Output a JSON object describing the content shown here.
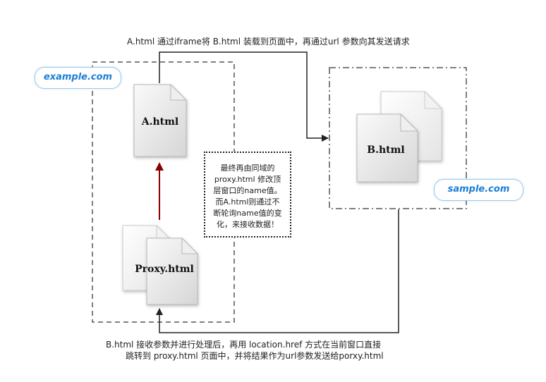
{
  "top_caption": "A.html 通过iframe将 B.html 装载到页面中，再通过url 参数向其发送请求",
  "domains": {
    "left": "example.com",
    "right": "sample.com"
  },
  "documents": {
    "a": "A.html",
    "b": "B.html",
    "proxy": "Proxy.html"
  },
  "note_lines": [
    "最终再由同域的",
    "proxy.html 修改顶",
    "层窗口的name值。",
    "而A.html则通过不",
    "断轮询name值的变",
    "化，来接收数据！"
  ],
  "bottom_caption": {
    "line1": "B.html 接收参数并进行处理后，再用 location.href 方式在当前窗口直接",
    "line2": "跳转到 proxy.html 页面中，并将结果作为url参数发送给porxy.html"
  },
  "colors": {
    "red_arrow": "#8b0000",
    "link_blue": "#1c7fd6"
  }
}
